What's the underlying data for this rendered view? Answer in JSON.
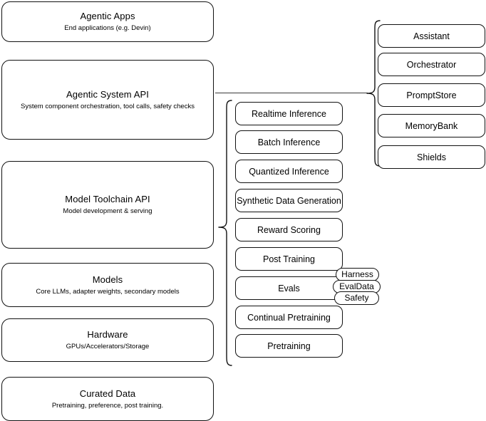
{
  "diagram": {
    "title": "AI Stack Layers Architecture Diagram",
    "stroke_color": "#111111",
    "line_color": "#3a3a3a",
    "background_color": "#ffffff"
  },
  "layers": [
    {
      "name": "agentic-apps",
      "title": "Agentic Apps",
      "subtitle": "End applications (e.g. Devin)"
    },
    {
      "name": "agentic-system-api",
      "title": "Agentic System API",
      "subtitle": "System component orchestration, tool calls, safety checks"
    },
    {
      "name": "model-toolchain-api",
      "title": "Model Toolchain API",
      "subtitle": "Model development & serving"
    },
    {
      "name": "models",
      "title": "Models",
      "subtitle": "Core LLMs, adapter weights, secondary models"
    },
    {
      "name": "hardware",
      "title": "Hardware",
      "subtitle": "GPUs/Accelerators/Storage"
    },
    {
      "name": "curated-data",
      "title": "Curated Data",
      "subtitle": "Pretraining, preference, post training."
    }
  ],
  "toolchain_components": [
    {
      "name": "realtime-inference",
      "label": "Realtime Inference"
    },
    {
      "name": "batch-inference",
      "label": "Batch Inference"
    },
    {
      "name": "quantized-inference",
      "label": "Quantized Inference"
    },
    {
      "name": "synthetic-data-generation",
      "label": "Synthetic Data Generation"
    },
    {
      "name": "reward-scoring",
      "label": "Reward Scoring"
    },
    {
      "name": "post-training",
      "label": "Post Training"
    },
    {
      "name": "evals",
      "label": "Evals"
    },
    {
      "name": "continual-pretraining",
      "label": "Continual Pretraining"
    },
    {
      "name": "pretraining",
      "label": "Pretraining"
    }
  ],
  "evals_subcomponents": [
    {
      "name": "harness",
      "label": "Harness"
    },
    {
      "name": "evaldata",
      "label": "EvalData"
    },
    {
      "name": "safety",
      "label": "Safety"
    }
  ],
  "system_components": [
    {
      "name": "assistant",
      "label": "Assistant"
    },
    {
      "name": "orchestrator",
      "label": "Orchestrator"
    },
    {
      "name": "promptstore",
      "label": "PromptStore"
    },
    {
      "name": "memorybank",
      "label": "MemoryBank"
    },
    {
      "name": "shields",
      "label": "Shields"
    }
  ]
}
